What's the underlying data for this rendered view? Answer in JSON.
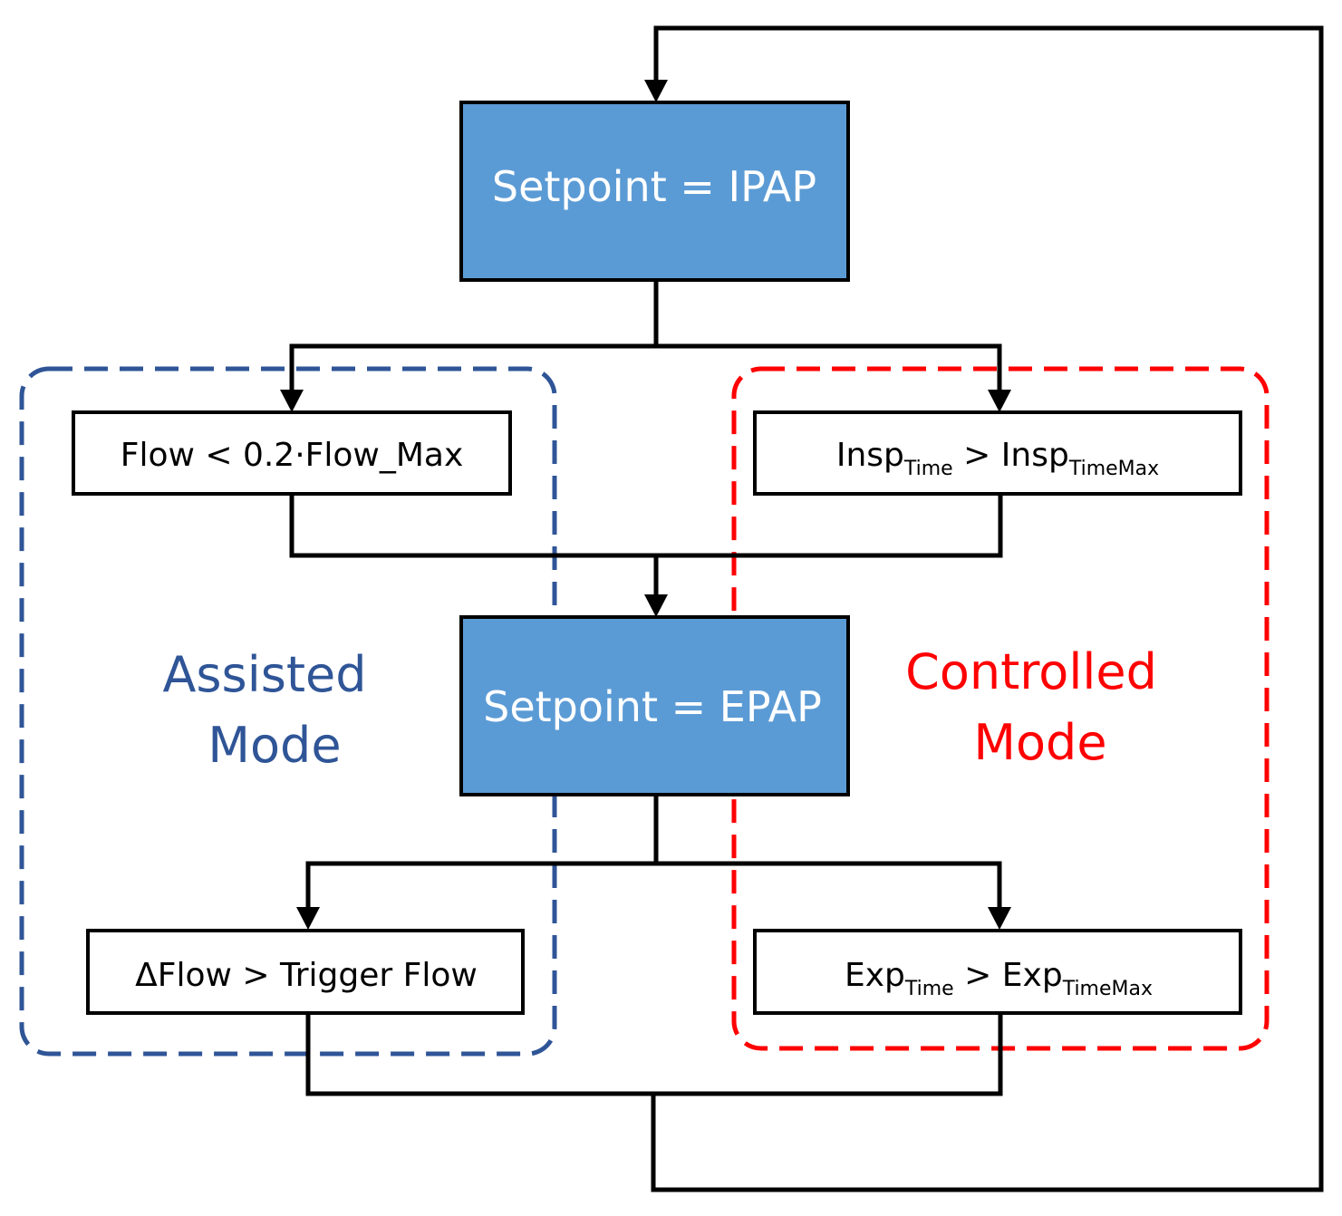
{
  "colors": {
    "setpoint_fill": "#5b9bd5",
    "setpoint_text": "#ffffff",
    "assisted_accent": "#2f5597",
    "controlled_accent": "#ff0000",
    "line": "#000000",
    "box_fill": "#ffffff"
  },
  "nodes": {
    "setpoint_ipap": "Setpoint = IPAP",
    "setpoint_epap": "Setpoint = EPAP",
    "flow_condition": "Flow < 0.2·Flow_Max",
    "delta_flow_condition": "ΔFlow > Trigger Flow",
    "insp_condition": {
      "main1": "Insp",
      "sub1": "Time",
      "op": " > ",
      "main2": "Insp",
      "sub2": "TimeMax"
    },
    "exp_condition": {
      "main1": "Exp",
      "sub1": "Time",
      "op": " > ",
      "main2": "Exp",
      "sub2": "TimeMax"
    }
  },
  "modes": {
    "assisted": {
      "line1": "Assisted",
      "line2": "Mode"
    },
    "controlled": {
      "line1": "Controlled",
      "line2": "Mode"
    }
  }
}
